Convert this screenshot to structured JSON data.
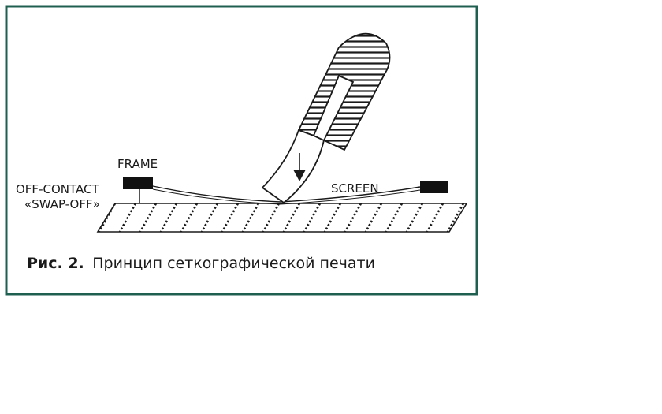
{
  "labels": {
    "frame": "FRAME",
    "off_contact_line1": "OFF-CONTACT",
    "off_contact_line2": "«SWAP-OFF»",
    "screen": "SCREEN"
  },
  "caption": {
    "prefix": "Рис. 2.",
    "text": "Принцип сеткографической печати"
  },
  "colors": {
    "border": "#1f5f50",
    "ink": "#1a1a1a"
  }
}
